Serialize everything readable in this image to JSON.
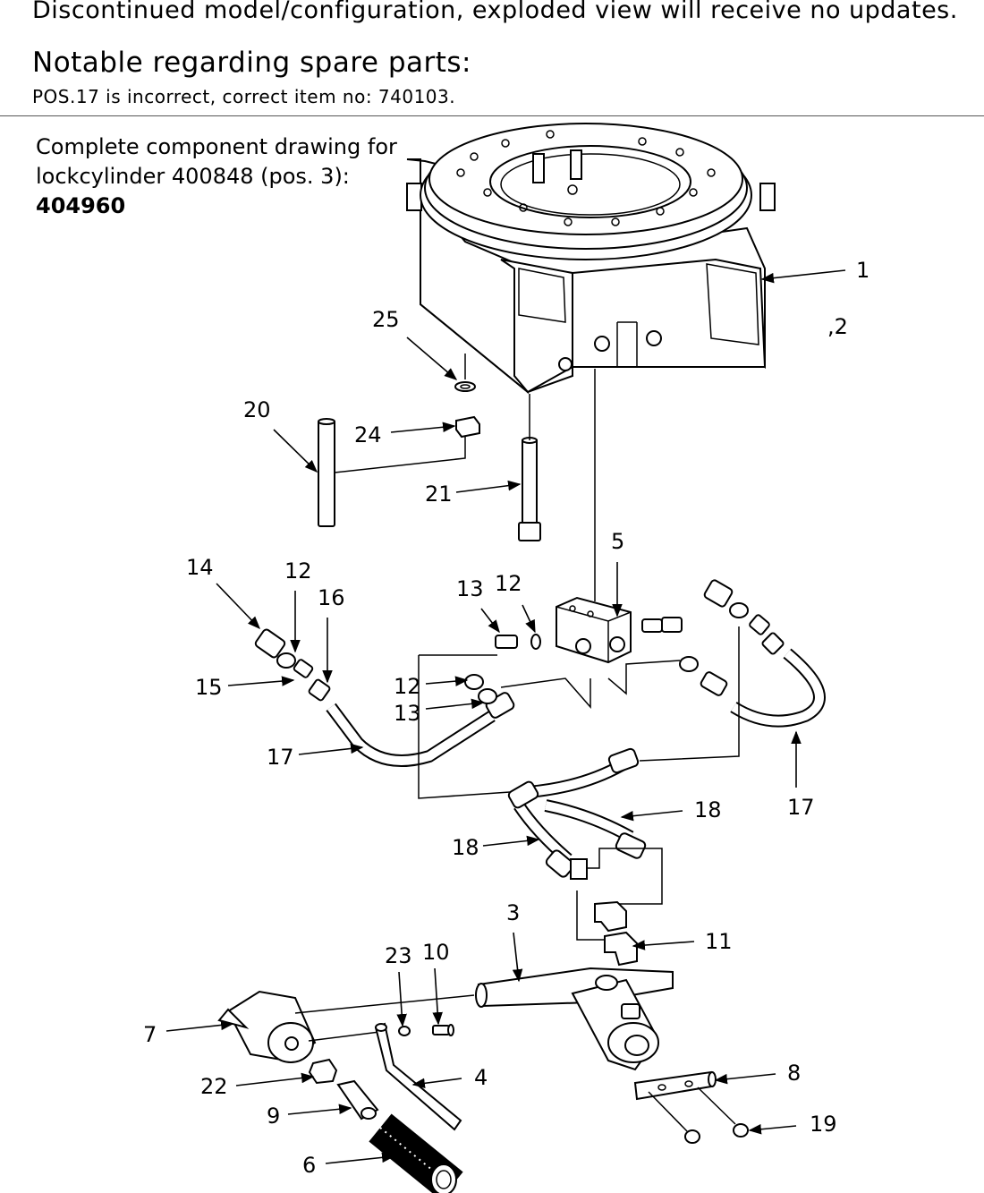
{
  "header": {
    "notice": "Discontinued model/configuration, exploded view will receive no updates.",
    "spare_title": "Notable regarding spare parts:",
    "spare_note": "POS.17 is incorrect, correct item no: 740103."
  },
  "component_note": {
    "line1": "Complete component drawing for",
    "line2": "lockcylinder 400848 (pos. 3):",
    "line3": "404960"
  },
  "labels": [
    {
      "id": "1",
      "text": "1"
    },
    {
      "id": "2",
      "text": ",2"
    },
    {
      "id": "25",
      "text": "25"
    },
    {
      "id": "20",
      "text": "20"
    },
    {
      "id": "24",
      "text": "24"
    },
    {
      "id": "21",
      "text": "21"
    },
    {
      "id": "5",
      "text": "5"
    },
    {
      "id": "14",
      "text": "14"
    },
    {
      "id": "12a",
      "text": "12"
    },
    {
      "id": "16",
      "text": "16"
    },
    {
      "id": "13a",
      "text": "13"
    },
    {
      "id": "12b",
      "text": "12"
    },
    {
      "id": "15",
      "text": "15"
    },
    {
      "id": "12c",
      "text": "12"
    },
    {
      "id": "13b",
      "text": "13"
    },
    {
      "id": "17a",
      "text": "17"
    },
    {
      "id": "17b",
      "text": "17"
    },
    {
      "id": "18a",
      "text": "18"
    },
    {
      "id": "18b",
      "text": "18"
    },
    {
      "id": "3",
      "text": "3"
    },
    {
      "id": "11",
      "text": "11"
    },
    {
      "id": "23",
      "text": "23"
    },
    {
      "id": "10",
      "text": "10"
    },
    {
      "id": "7",
      "text": "7"
    },
    {
      "id": "4",
      "text": "4"
    },
    {
      "id": "8",
      "text": "8"
    },
    {
      "id": "22",
      "text": "22"
    },
    {
      "id": "9",
      "text": "9"
    },
    {
      "id": "19",
      "text": "19"
    },
    {
      "id": "6",
      "text": "6"
    }
  ]
}
